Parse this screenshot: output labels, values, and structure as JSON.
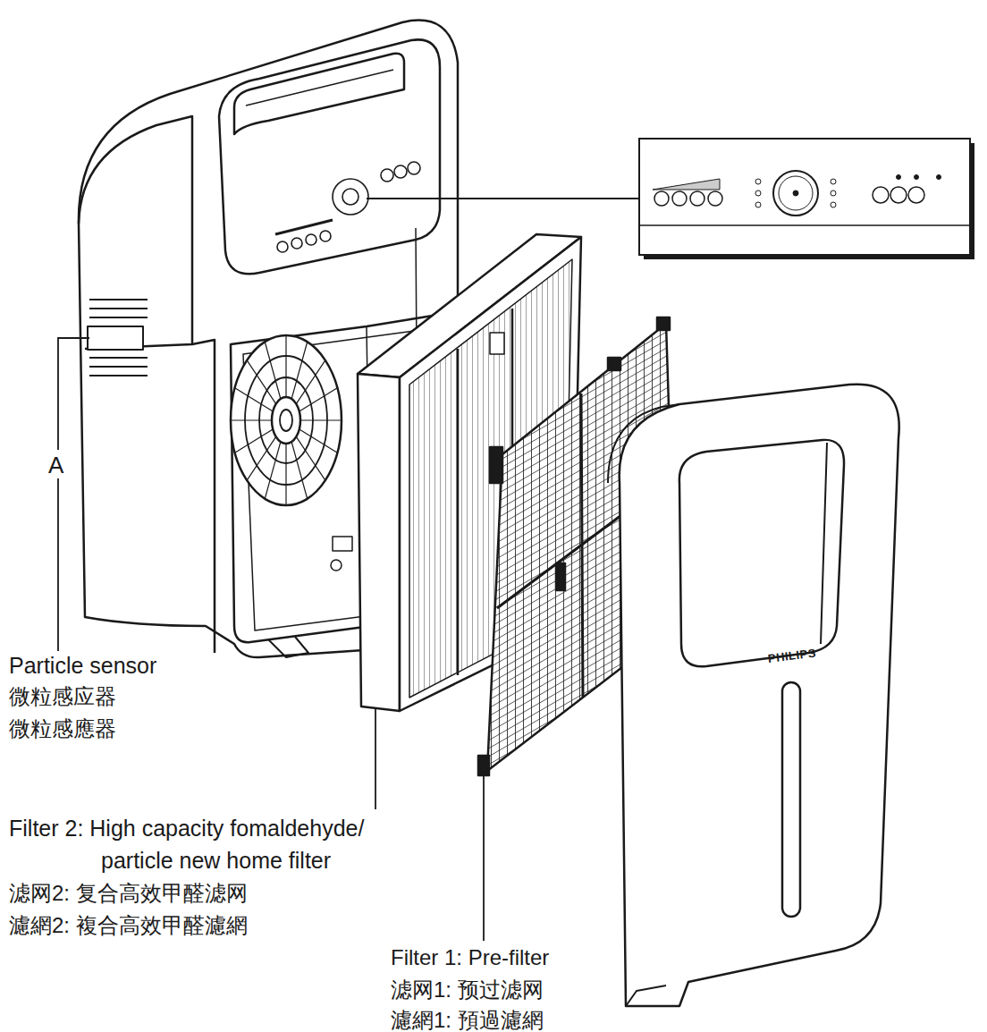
{
  "diagram": {
    "labels": [
      "A",
      "Particle sensor",
      "微粒感应器",
      "微粒感應器",
      "Filter 2: High capacity fomaldehyde/ particle new home filter",
      "滤网2: 复合高效甲醛滤网",
      "濾網2: 複合高效甲醛濾網",
      "Filter 1: Pre-filter",
      "滤网1: 预过滤网",
      "濾網1: 預過濾網",
      "PHILIPS"
    ]
  }
}
